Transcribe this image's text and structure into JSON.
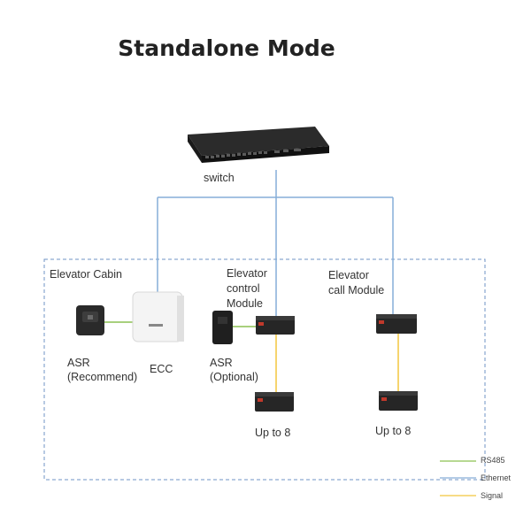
{
  "title": "Standalone Mode",
  "labels": {
    "switch": "switch",
    "elevator_cabin": "Elevator Cabin",
    "control_module_l1": "Elevator",
    "control_module_l2": "control",
    "control_module_l3": "Module",
    "call_module_l1": "Elevator",
    "call_module_l2": "call  Module",
    "asr_recommend_l1": "ASR",
    "asr_recommend_l2": "(Recommend)",
    "ecc": "ECC",
    "asr_optional_l1": "ASR",
    "asr_optional_l2": "(Optional)",
    "up_to_left": "Up to 8",
    "up_to_right": "Up to 8"
  },
  "legend": [
    {
      "name": "RS485",
      "color": "#8cc152"
    },
    {
      "name": "Ethernet",
      "color": "#86aed8"
    },
    {
      "name": "Signal",
      "color": "#f2c53d"
    }
  ],
  "colors": {
    "ethernet": "#86aed8",
    "signal": "#f2c53d",
    "rs485": "#8cc152",
    "dashed_border": "#6f93c4"
  }
}
